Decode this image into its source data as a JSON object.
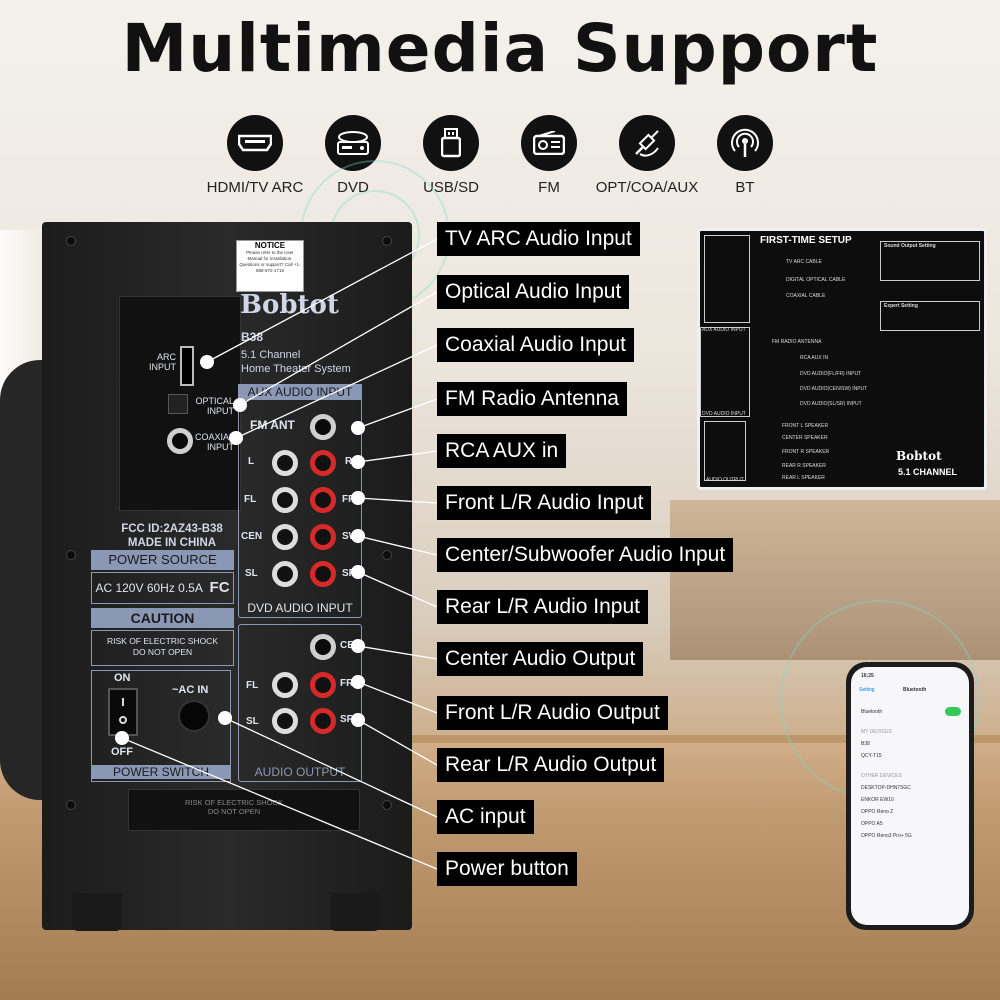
{
  "title": "Multimedia Support",
  "features": [
    {
      "label": "HDMI/TV ARC",
      "icon": "hdmi-icon"
    },
    {
      "label": "DVD",
      "icon": "dvd-player-icon"
    },
    {
      "label": "USB/SD",
      "icon": "usb-icon"
    },
    {
      "label": "FM",
      "icon": "radio-icon"
    },
    {
      "label": "OPT/COA/AUX",
      "icon": "cable-icon"
    },
    {
      "label": "BT",
      "icon": "bluetooth-antenna-icon"
    }
  ],
  "speaker": {
    "notice_title": "NOTICE",
    "notice_text": "Please refer to the User Manual for installation. Questions or support? Call +1-888-572-1716",
    "brand": "Bobtot",
    "model": "B38",
    "model_sub1": "5.1 Channel",
    "model_sub2": "Home Theater System",
    "arc_label": "ARC INPUT",
    "optical_label": "OPTICAL INPUT",
    "coaxial_label": "COAXIAL INPUT",
    "aux_head": "AUX AUDIO INPUT",
    "fm_ant": "FM ANT",
    "jack_labels": {
      "l": "L",
      "r": "R",
      "fl": "FL",
      "fr": "FR",
      "cen": "CEN",
      "sw": "SW",
      "sl": "SL",
      "sr": "SR",
      "ce": "CE",
      "fl2": "FL",
      "fr2": "FR",
      "sl2": "SL",
      "sr2": "SR"
    },
    "dvd_foot": "DVD AUDIO INPUT",
    "audio_out_foot": "AUDIO OUTPUT",
    "fcc1": "FCC ID:2AZ43-B38",
    "fcc2": "MADE IN CHINA",
    "power_source": "POWER SOURCE",
    "voltage": "AC 120V  60Hz 0.5A",
    "fc_mark": "FC",
    "caution": "CAUTION",
    "caution_text1": "RISK OF ELECTRIC SHOCK",
    "caution_text2": "DO NOT OPEN",
    "on": "ON",
    "off": "OFF",
    "ac_in": "~AC IN",
    "power_switch": "POWER SWITCH",
    "bottom_text1": "RISK OF ELECTRIC SHOCK",
    "bottom_text2": "DO NOT OPEN"
  },
  "callouts": [
    "TV ARC Audio Input",
    "Optical Audio Input",
    "Coaxial Audio Input",
    "FM Radio Antenna",
    "RCA AUX in",
    "Front L/R Audio Input",
    "Center/Subwoofer Audio Input",
    "Rear L/R Audio Input",
    "Center Audio Output",
    "Front L/R Audio Output",
    "Rear L/R Audio Output",
    "AC input",
    "Power button"
  ],
  "setup_guide": {
    "title": "FIRST-TIME SETUP",
    "rows": [
      "TV ARC CABLE",
      "DIGITAL OPTICAL CABLE",
      "COAXIAL CABLE",
      "AUX AUDIO INPUT",
      "FM RADIO ANTENNA",
      "RCA AUX IN",
      "DVD AUDIO(FL/FR) INPUT",
      "DVD AUDIO(CEN/SW) INPUT",
      "DVD AUDIO(SL/SR) INPUT",
      "DVD AUDIO INPUT",
      "FRONT L SPEAKER",
      "CENTER SPEAKER",
      "FRONT R SPEAKER",
      "REAR R SPEAKER",
      "REAR L SPEAKER",
      "AUDIO OUTPUT"
    ],
    "sound_output": "Sound Output Setting",
    "expert": "Expert Setting",
    "brand": "Bobtot",
    "channel": "5.1 CHANNEL"
  },
  "phone": {
    "time": "16:25",
    "back": "Setting",
    "title": "Bluetooth",
    "bt_label": "Bluetooth",
    "my_devices": "MY DEVICES",
    "dev1": "B38",
    "dev2": "QCY-T15",
    "other": "OTHER DEVICES",
    "others": [
      "DESKTOP-DHN7SGC",
      "ENKOR EW10",
      "OPPO Reno Z",
      "OPPO A5",
      "OPPO Reno3 Pro+ 5G"
    ]
  }
}
